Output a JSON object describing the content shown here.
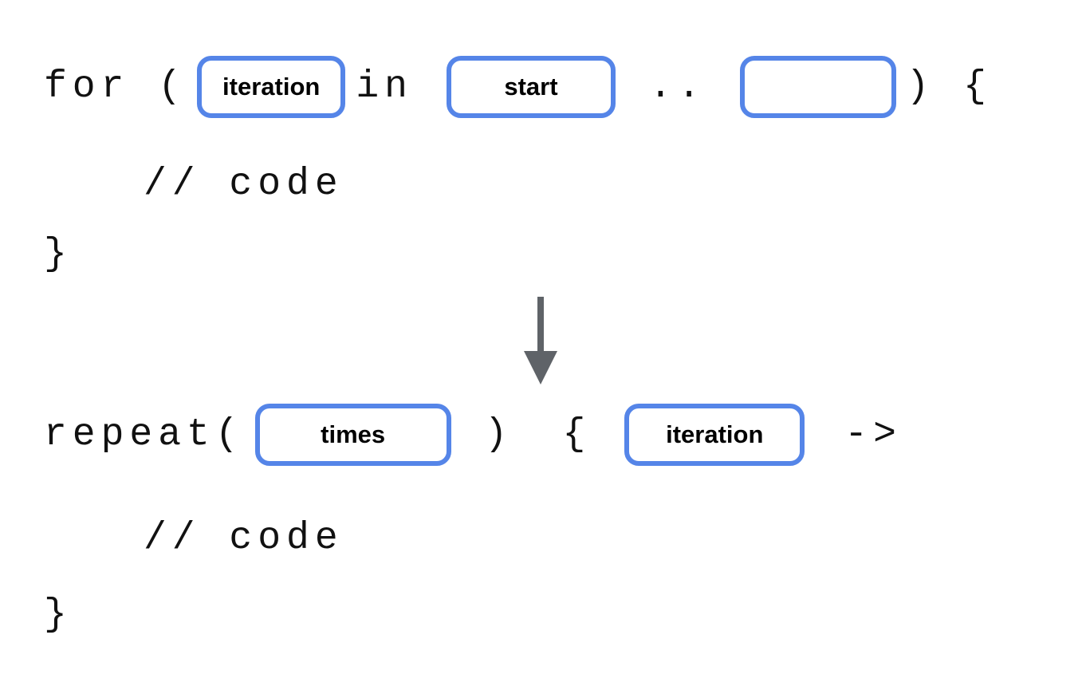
{
  "colors": {
    "accent": "#5585e8",
    "arrow": "#5f6368",
    "text": "#111111",
    "background": "#ffffff"
  },
  "before": {
    "keyword": "for (",
    "placeholder_iteration": "iteration",
    "operator_in": "in",
    "placeholder_start": "start",
    "range_operator": "..",
    "close": ") {",
    "body_comment": "// code",
    "closing_brace": "}"
  },
  "transform_arrow_icon": "down-arrow",
  "after": {
    "keyword": "repeat(",
    "placeholder_times": "times",
    "close_paren": ")",
    "open_brace": "{",
    "placeholder_iteration": "iteration",
    "lambda_arrow": "->",
    "body_comment": "// code",
    "closing_brace": "}"
  }
}
